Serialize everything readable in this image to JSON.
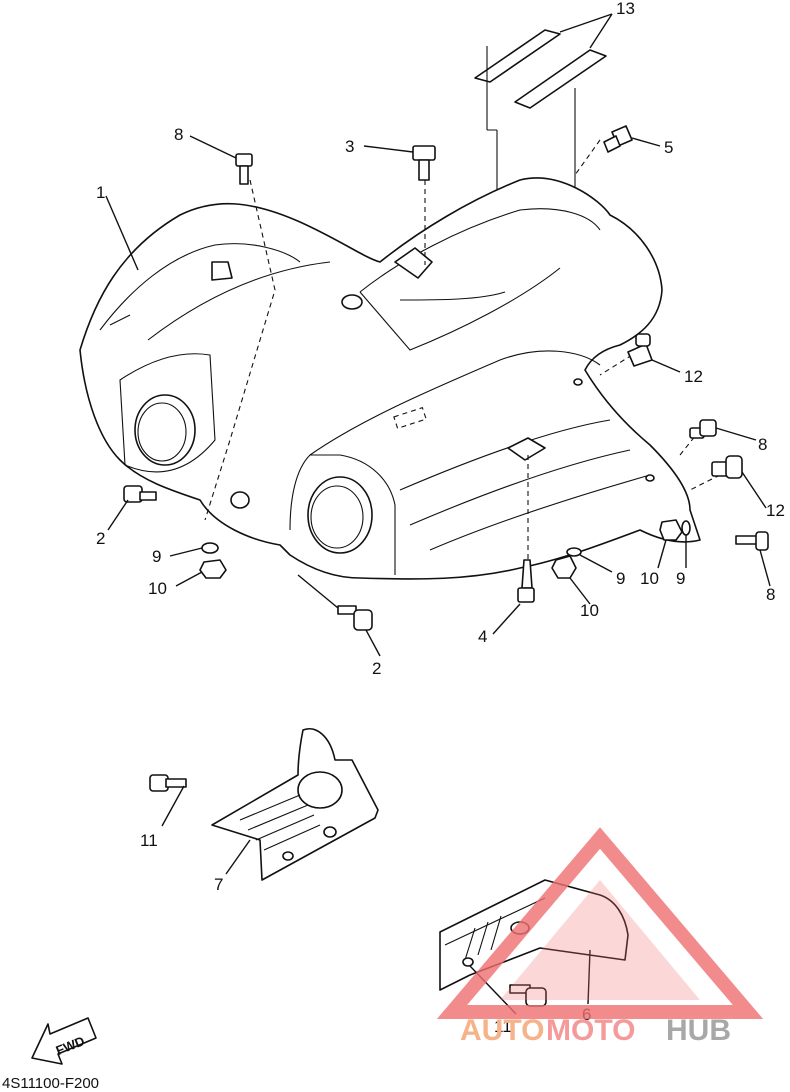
{
  "diagram": {
    "code": "4S11100-F200",
    "fwd_label": "FWD",
    "watermark": {
      "part1": "AUTO",
      "part2": "MOTO",
      "part3": "HUB",
      "color_logo": "#f07070",
      "color_auto": "#f6b389",
      "color_moto": "#f59a9a",
      "color_hub": "#a8a8a8"
    },
    "callouts": [
      {
        "id": "c13",
        "text": "13"
      },
      {
        "id": "c8a",
        "text": "8"
      },
      {
        "id": "c3",
        "text": "3"
      },
      {
        "id": "c5",
        "text": "5"
      },
      {
        "id": "c1",
        "text": "1"
      },
      {
        "id": "c12a",
        "text": "12"
      },
      {
        "id": "c8b",
        "text": "8"
      },
      {
        "id": "c12b",
        "text": "12"
      },
      {
        "id": "c2a",
        "text": "2"
      },
      {
        "id": "c9a",
        "text": "9"
      },
      {
        "id": "c10a",
        "text": "10"
      },
      {
        "id": "c9b",
        "text": "9"
      },
      {
        "id": "c10b",
        "text": "10"
      },
      {
        "id": "c10c",
        "text": "10"
      },
      {
        "id": "c9c",
        "text": "9"
      },
      {
        "id": "c8c",
        "text": "8"
      },
      {
        "id": "c4",
        "text": "4"
      },
      {
        "id": "c2b",
        "text": "2"
      },
      {
        "id": "c11a",
        "text": "11"
      },
      {
        "id": "c7",
        "text": "7"
      },
      {
        "id": "c6",
        "text": "6"
      },
      {
        "id": "c11b",
        "text": "11"
      }
    ]
  }
}
